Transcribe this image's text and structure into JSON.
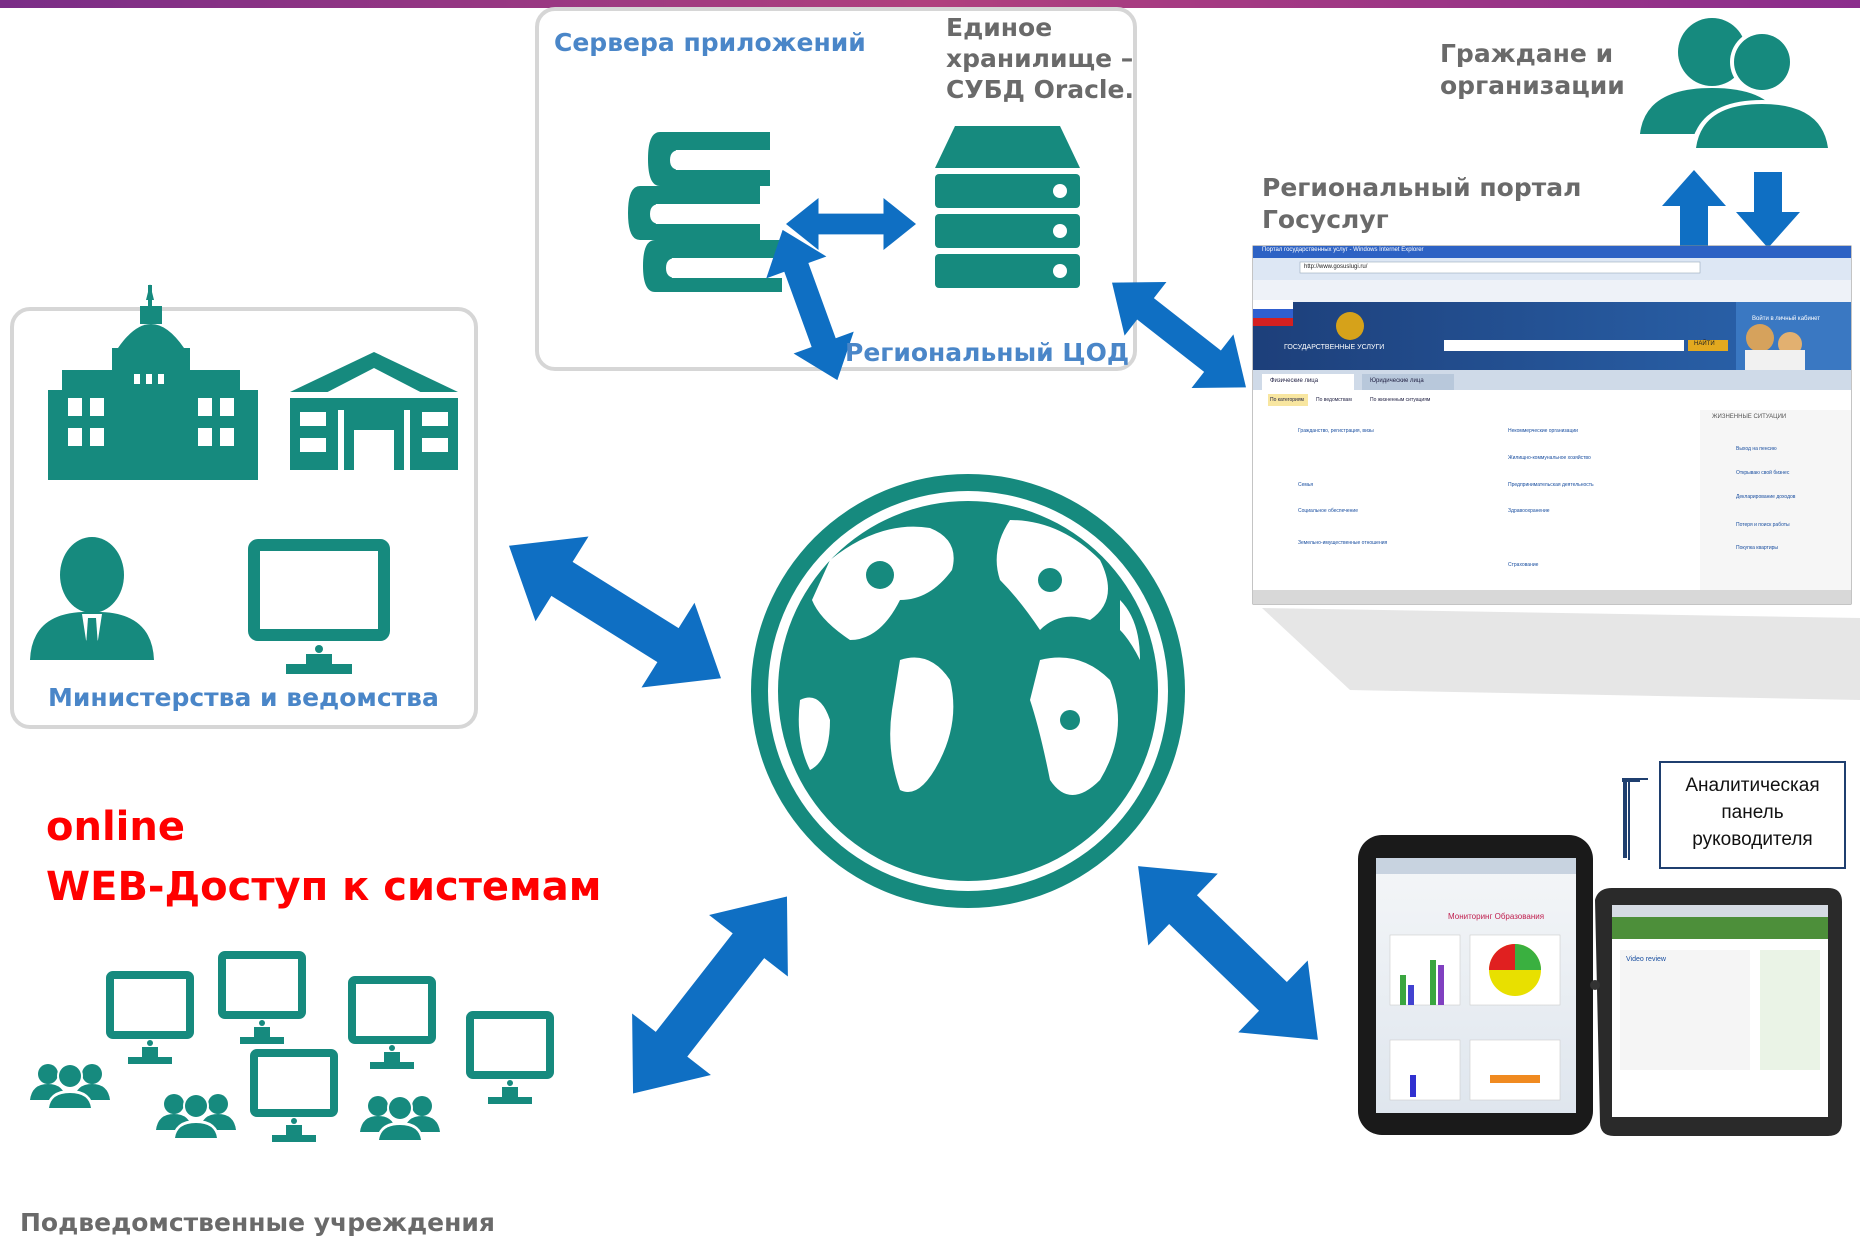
{
  "labels": {
    "app_servers": "Сервера приложений",
    "storage": "Единое\nхранилище –\nСУБД Oracle.",
    "regional_dc": "Региональный ЦОД",
    "citizens": "Граждане и\nорганизации",
    "portal": "Региональный портал\nГосуслуг",
    "ministries": "Министерства и ведомства",
    "online": "online",
    "web_access": "WEB-Доступ к системам",
    "analytics": "Аналитическая\nпанель\nруководителя",
    "subordinate": "Подведомственные учреждения"
  },
  "portal_screen": {
    "window_title": "Портал государственных услуг - Windows Internet Explorer",
    "address": "http://www.gosuslugi.ru/",
    "brand": "ГОСУДАРСТВЕННЫЕ УСЛУГИ",
    "login": "Войти в личный кабинет",
    "search_button": "НАЙТИ",
    "tab_individuals": "Физические лица",
    "tab_legal": "Юридические лица",
    "filter_categories": "По категориям",
    "filter_agencies": "По ведомствам",
    "filter_situations": "По жизненным ситуациям",
    "life_situations": "ЖИЗНЕННЫЕ СИТУАЦИИ",
    "categories": [
      "Гражданство, регистрация, визы",
      "Семья",
      "Социальное обеспечение",
      "Земельно-имущественные отношения",
      "Некоммерческие организации",
      "Жилищно-коммунальное хозяйство",
      "Предпринимательская деятельность",
      "Здравоохранение",
      "Страхование"
    ],
    "situations": [
      "Выход на пенсию",
      "Открываю свой бизнес",
      "Декларирование доходов",
      "Потеря и поиск работы",
      "Покупка квартиры"
    ]
  },
  "tablet_screen": {
    "title": "Мониторинг Образования",
    "second_title": "Video review"
  },
  "colors": {
    "teal": "#168a7e",
    "arrow_blue": "#0f6fc3",
    "label_blue": "#4a86c8",
    "label_gray": "#6a6a6a",
    "red": "#ff0000",
    "header_magenta": "#9b2f8c"
  },
  "icons": [
    "books-icon",
    "server-icon",
    "users-group-icon",
    "capitol-building-icon",
    "bank-building-icon",
    "person-icon",
    "monitor-icon",
    "globe-icon"
  ]
}
